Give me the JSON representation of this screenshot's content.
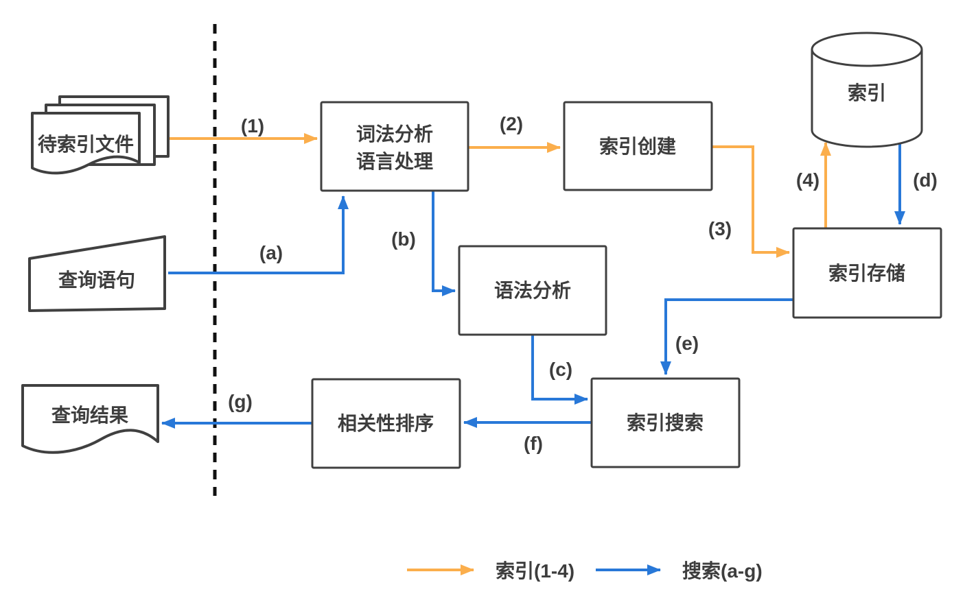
{
  "diagram": {
    "nodes": {
      "docs_to_index": {
        "label": "待索引文件"
      },
      "lexical_analysis": {
        "line1": "词法分析",
        "line2": "语言处理"
      },
      "index_create": {
        "label": "索引创建"
      },
      "index_db": {
        "label": "索引"
      },
      "index_store": {
        "label": "索引存储"
      },
      "query_statement": {
        "label": "查询语句"
      },
      "syntax_analysis": {
        "label": "语法分析"
      },
      "index_search": {
        "label": "索引搜索"
      },
      "relevance_ranking": {
        "label": "相关性排序"
      },
      "query_result": {
        "label": "查询结果"
      }
    },
    "edge_labels": {
      "n1": "(1)",
      "n2": "(2)",
      "n3": "(3)",
      "n4": "(4)",
      "a": "(a)",
      "b": "(b)",
      "c": "(c)",
      "d": "(d)",
      "e": "(e)",
      "f": "(f)",
      "g": "(g)"
    },
    "legend": {
      "index_label": "索引(1-4)",
      "search_label": "搜索(a-g)"
    }
  },
  "colors": {
    "index_flow": "#FBAE4C",
    "search_flow": "#2878D8",
    "ink": "#3D3D3D",
    "border": "#404040",
    "divider": "#111111"
  }
}
